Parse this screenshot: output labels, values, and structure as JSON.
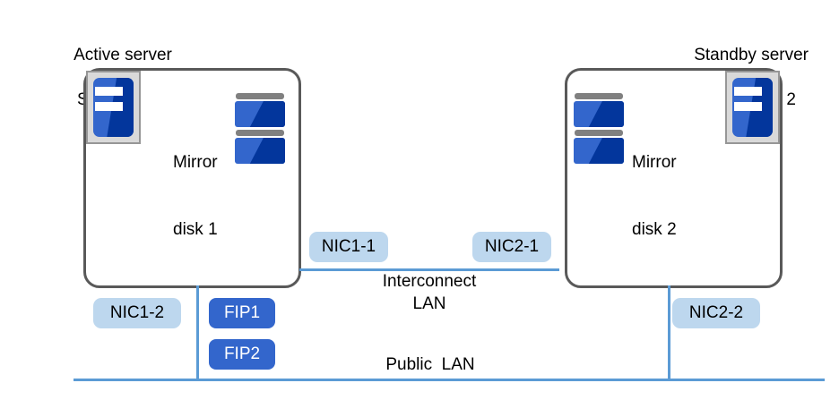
{
  "diagram": {
    "title_left_line1": "Active server",
    "title_left_line2": "Server 1",
    "title_right_line1": "Standby server",
    "title_right_line2": "Server 2",
    "servers": [
      {
        "role_label": "Active server",
        "name_label": "Server 1",
        "disk_label_line1": "Mirror",
        "disk_label_line2": "disk 1",
        "disk_count": 2
      },
      {
        "role_label": "Standby server",
        "name_label": "Server 2",
        "disk_label_line1": "Mirror",
        "disk_label_line2": "disk 2",
        "disk_count": 2
      }
    ],
    "nics": [
      {
        "id": "nic-1-1",
        "label": "NIC1-1"
      },
      {
        "id": "nic-2-1",
        "label": "NIC2-1"
      },
      {
        "id": "nic-1-2",
        "label": "NIC1-2"
      },
      {
        "id": "nic-2-2",
        "label": "NIC2-2"
      }
    ],
    "floating_ips": [
      {
        "id": "fip-1",
        "label": "FIP1"
      },
      {
        "id": "fip-2",
        "label": "FIP2"
      }
    ],
    "networks": [
      {
        "id": "interconnect-lan",
        "label": "Interconnect\nLAN"
      },
      {
        "id": "public-lan",
        "label": "Public  LAN"
      }
    ],
    "colors": {
      "server_border": "#595959",
      "icon_frame_fill": "#d9d9d9",
      "icon_frame_border": "#969696",
      "blue_light": "#3366cc",
      "blue_dark": "#03369c",
      "disk_cap_gray": "#808080",
      "nic_fill": "#bdd7ee",
      "fip_fill": "#3366cc",
      "fip_text": "#ffffff",
      "lan_line": "#5b9bd5",
      "text": "#000000",
      "background": "#ffffff"
    }
  }
}
